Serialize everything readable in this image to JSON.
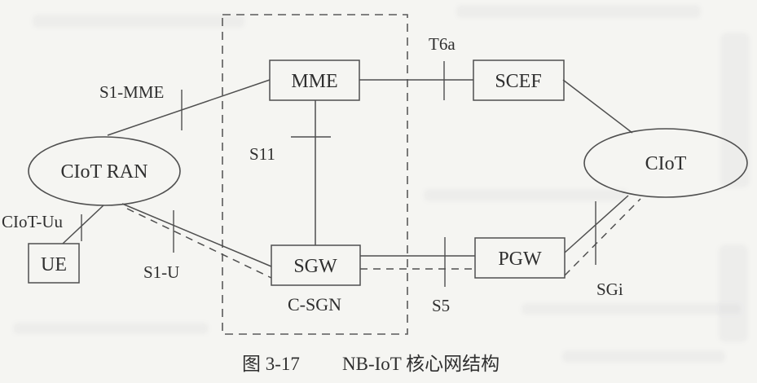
{
  "figure": {
    "caption_label": "图 3-17",
    "caption_title": "NB-IoT 核心网结构"
  },
  "nodes": {
    "ciot_ran": {
      "label": "CIoT RAN"
    },
    "ue": {
      "label": "UE"
    },
    "mme": {
      "label": "MME"
    },
    "sgw": {
      "label": "SGW"
    },
    "scef": {
      "label": "SCEF"
    },
    "pgw": {
      "label": "PGW"
    },
    "ciot": {
      "label": "CIoT"
    },
    "c_sgn": {
      "label": "C-SGN"
    }
  },
  "interfaces": {
    "s1_mme": {
      "label": "S1-MME"
    },
    "ciot_uu": {
      "label": "CIoT-Uu"
    },
    "s1_u": {
      "label": "S1-U"
    },
    "s11": {
      "label": "S11"
    },
    "t6a": {
      "label": "T6a"
    },
    "s5": {
      "label": "S5"
    },
    "sgi": {
      "label": "SGi"
    }
  },
  "colors": {
    "line": "#4f4f4f",
    "text": "#2f2f2f",
    "paper": "#f5f5f2"
  }
}
